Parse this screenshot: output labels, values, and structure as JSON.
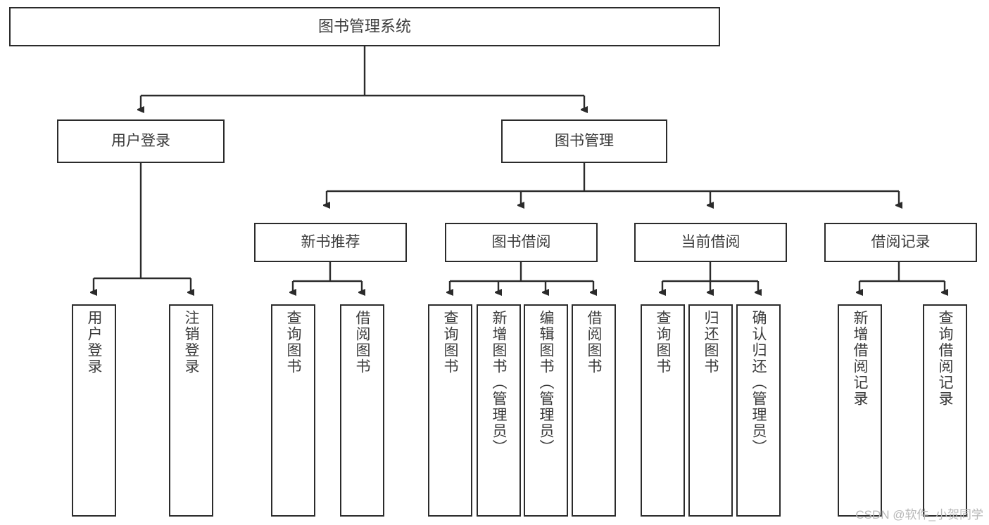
{
  "diagram": {
    "type": "tree-hierarchy",
    "title": "图书管理系统",
    "watermark": "CSDN @软件_小贺同学",
    "colors": {
      "box_border": "#2b2b2b",
      "box_fill": "#ffffff",
      "text": "#3b3b3b",
      "connector": "#2b2b2b",
      "watermark": "#b8b8b8",
      "background": "#ffffff"
    },
    "root": {
      "id": "root",
      "label": "图书管理系统"
    },
    "level2": [
      {
        "id": "user-login",
        "label": "用户登录"
      },
      {
        "id": "book-manage",
        "label": "图书管理"
      }
    ],
    "level3": [
      {
        "id": "new-book-recommend",
        "label": "新书推荐"
      },
      {
        "id": "book-borrow",
        "label": "图书借阅"
      },
      {
        "id": "current-borrow",
        "label": "当前借阅"
      },
      {
        "id": "borrow-record",
        "label": "借阅记录"
      }
    ],
    "leaves": {
      "user-login": [
        {
          "id": "leaf-user-login",
          "label": "用户登录"
        },
        {
          "id": "leaf-logout",
          "label": "注销登录"
        }
      ],
      "new-book-recommend": [
        {
          "id": "leaf-query-book-1",
          "label": "查询图书"
        },
        {
          "id": "leaf-borrow-book-1",
          "label": "借阅图书"
        }
      ],
      "book-borrow": [
        {
          "id": "leaf-query-book-2",
          "label": "查询图书"
        },
        {
          "id": "leaf-add-book",
          "label": "新增图书（管理员）"
        },
        {
          "id": "leaf-edit-book",
          "label": "编辑图书（管理员）"
        },
        {
          "id": "leaf-borrow-book-2",
          "label": "借阅图书"
        }
      ],
      "current-borrow": [
        {
          "id": "leaf-query-book-3",
          "label": "查询图书"
        },
        {
          "id": "leaf-return-book",
          "label": "归还图书"
        },
        {
          "id": "leaf-confirm-return",
          "label": "确认归还（管理员）"
        }
      ],
      "borrow-record": [
        {
          "id": "leaf-add-record",
          "label": "新增借阅记录"
        },
        {
          "id": "leaf-query-record",
          "label": "查询借阅记录"
        }
      ]
    }
  }
}
